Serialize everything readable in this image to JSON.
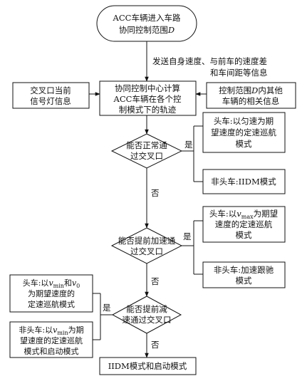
{
  "start": {
    "line1": "ACC车辆进入车路",
    "line2_pre": "协同控制范围",
    "line2_var": "D"
  },
  "send_info": {
    "line1": "发送自身速度、与前车的速度差",
    "line2": "和车间距等信息"
  },
  "signal_info": {
    "line1": "交叉口当前",
    "line2": "信号灯信息"
  },
  "center": {
    "line1": "协同控制中心计算",
    "line2": "ACC车辆在各个控",
    "line3": "制模式下的轨迹"
  },
  "others": {
    "line1_pre": "控制范围",
    "line1_var": "D",
    "line1_post": "内其他",
    "line2": "车辆的相关信息"
  },
  "decision1": {
    "line1": "能否正常通",
    "line2": "过交叉口",
    "yes": "是",
    "no": "否"
  },
  "d1_head": {
    "line1": "头车:以匀速为期",
    "line2": "望速度的定速巡航",
    "line3": "模式"
  },
  "d1_follow": {
    "text": "非头车:IIDM模式"
  },
  "decision2": {
    "line1": "能否提前加速通",
    "line2": "过交叉口",
    "yes": "是",
    "no": "否"
  },
  "d2_head": {
    "line1_pre": "头车:以",
    "line1_var": "v",
    "line1_sub": "max",
    "line1_post": "为期望",
    "line2": "速度的定速巡航",
    "line3": "模式"
  },
  "d2_follow": {
    "line1": "非头车:加速跟驰",
    "line2": "模式"
  },
  "decision3": {
    "line1": "能否提前减",
    "line2": "速通过交叉口",
    "yes": "是",
    "no": "否"
  },
  "d3_head": {
    "line1_pre": "头车:以",
    "var1": "v",
    "sub1": "min",
    "mid": "和",
    "var2": "v",
    "sub2": "0",
    "line2": "为期望速度的",
    "line3": "定速巡航模式"
  },
  "d3_follow": {
    "line1_pre": "非头车:以",
    "var": "v",
    "sub": "min",
    "line1_post": "为期",
    "line2": "望速度的定速巡航",
    "line3": "模式和启动模式"
  },
  "final": {
    "text": "IIDM模式和启动模式"
  }
}
